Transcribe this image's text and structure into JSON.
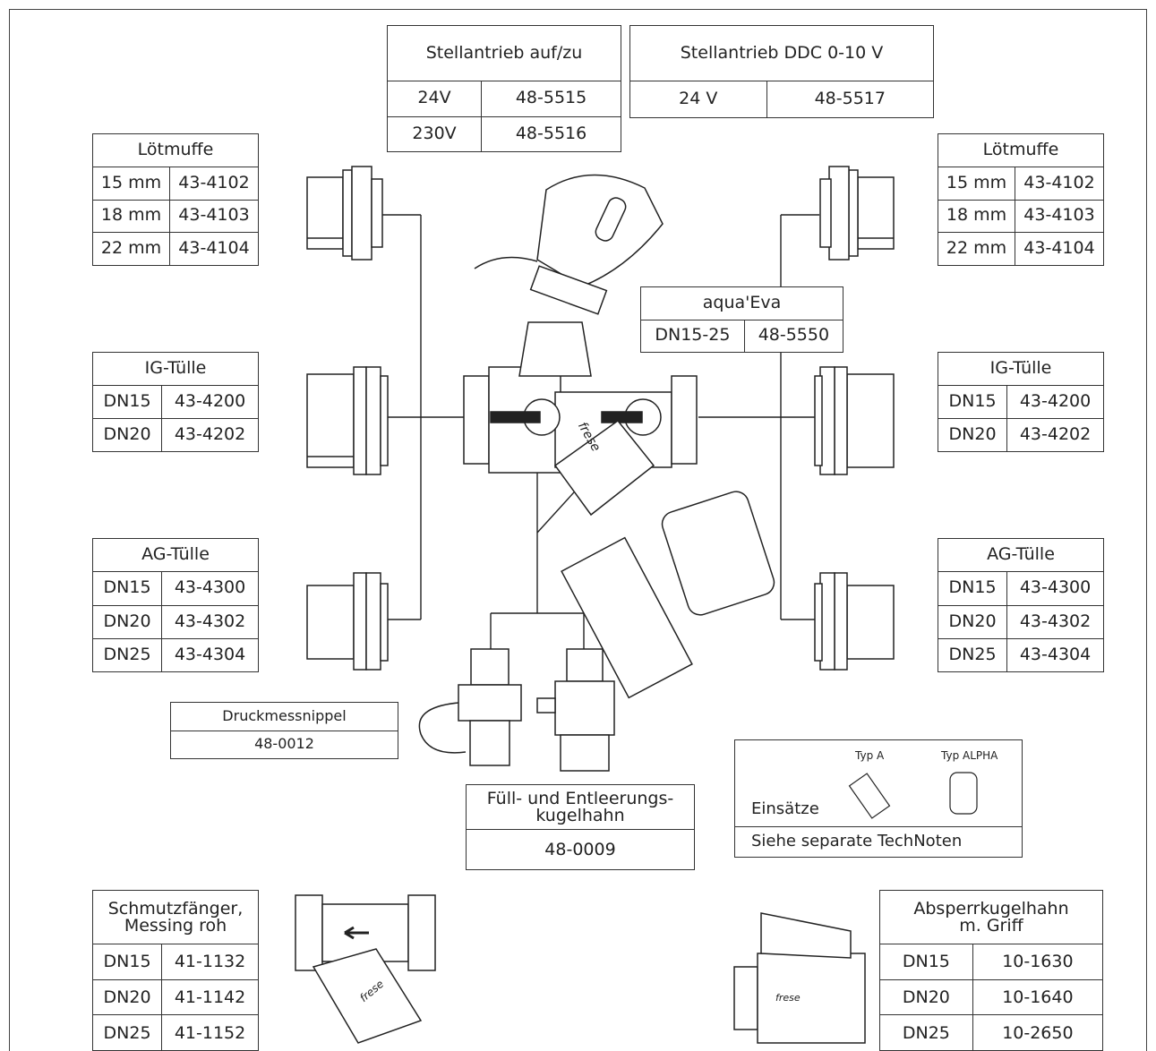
{
  "stellantrieb_aufzu": {
    "title": "Stellantrieb auf/zu",
    "rows": [
      [
        "24V",
        "48-5515"
      ],
      [
        "230V",
        "48-5516"
      ]
    ]
  },
  "stellantrieb_ddc": {
    "title": "Stellantrieb DDC 0-10 V",
    "rows": [
      [
        "24 V",
        "48-5517"
      ]
    ]
  },
  "loetmuffe": {
    "title": "Lötmuffe",
    "rows": [
      [
        "15 mm",
        "43-4102"
      ],
      [
        "18 mm",
        "43-4103"
      ],
      [
        "22 mm",
        "43-4104"
      ]
    ]
  },
  "ig_tuelle": {
    "title": "IG-Tülle",
    "rows": [
      [
        "DN15",
        "43-4200"
      ],
      [
        "DN20",
        "43-4202"
      ]
    ]
  },
  "ag_tuelle": {
    "title": "AG-Tülle",
    "rows": [
      [
        "DN15",
        "43-4300"
      ],
      [
        "DN20",
        "43-4302"
      ],
      [
        "DN25",
        "43-4304"
      ]
    ]
  },
  "aquaeva": {
    "title": "aqua'Eva",
    "rows": [
      [
        "DN15-25",
        "48-5550"
      ]
    ]
  },
  "druckmessnippel": {
    "title": "Druckmessnippel",
    "number": "48-0012"
  },
  "fuellhahn": {
    "title_line1": "Füll- und Entleerungs-",
    "title_line2": "kugelhahn",
    "number": "48-0009"
  },
  "einsaetze": {
    "label": "Einsätze",
    "typ_a": "Typ A",
    "typ_alpha": "Typ ALPHA",
    "note": "Siehe separate TechNoten"
  },
  "schmutzfaenger": {
    "title_line1": "Schmutzfänger,",
    "title_line2": "Messing roh",
    "rows": [
      [
        "DN15",
        "41-1132"
      ],
      [
        "DN20",
        "41-1142"
      ],
      [
        "DN25",
        "41-1152"
      ]
    ]
  },
  "absperrkugelhahn": {
    "title_line1": "Absperrkugelhahn",
    "title_line2": "m. Griff",
    "rows": [
      [
        "DN15",
        "10-1630"
      ],
      [
        "DN20",
        "10-1640"
      ],
      [
        "DN25",
        "10-2650"
      ]
    ]
  },
  "brand_mark": "frese"
}
